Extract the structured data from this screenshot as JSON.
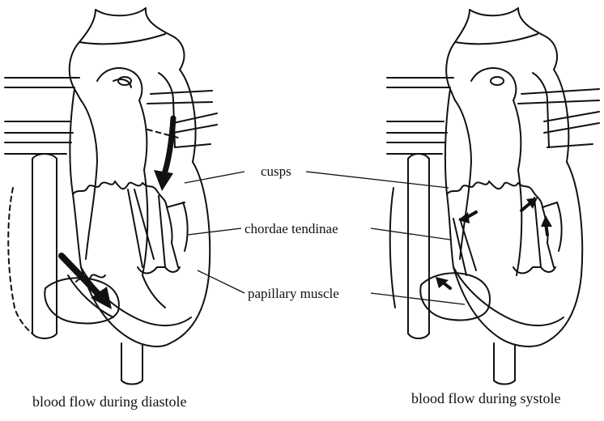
{
  "labels": {
    "cusps": "cusps",
    "chordae": "chordae tendinae",
    "papillary": "papillary muscle"
  },
  "captions": {
    "diastole": "blood flow during diastole",
    "systole": "blood flow during systole"
  }
}
